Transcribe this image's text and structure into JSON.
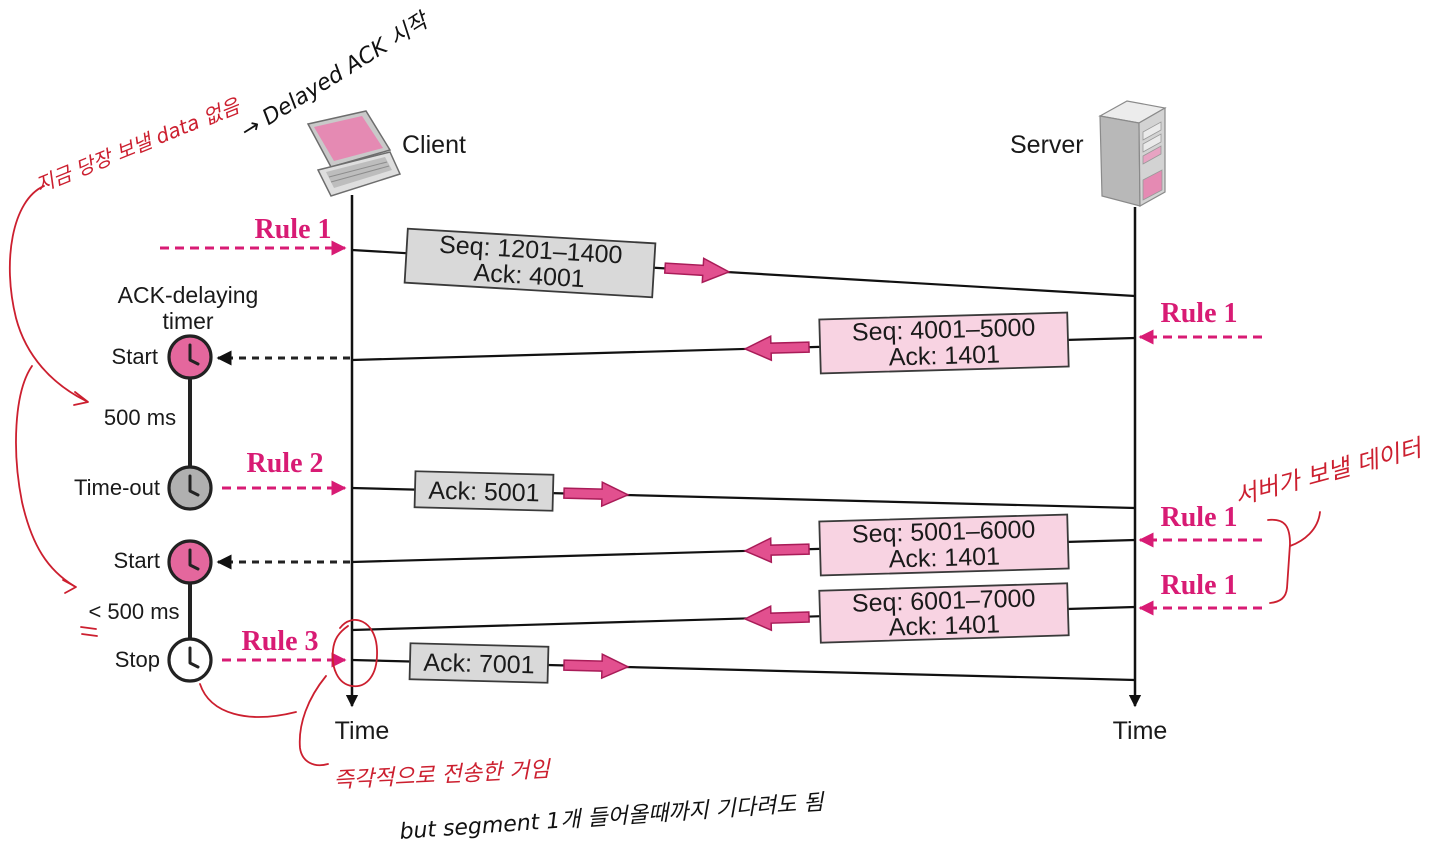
{
  "participants": {
    "client": "Client",
    "server": "Server"
  },
  "time_axis": {
    "client_label": "Time",
    "server_label": "Time"
  },
  "timer": {
    "title_line1": "ACK-delaying",
    "title_line2": "timer",
    "events": [
      "Start",
      "Time-out",
      "Start",
      "Stop"
    ],
    "intervals": [
      "500 ms",
      "< 500 ms"
    ]
  },
  "rules": {
    "client_side": [
      "Rule 1",
      "Rule 2",
      "Rule 3"
    ],
    "server_side": [
      "Rule 1",
      "Rule 1",
      "Rule 1"
    ]
  },
  "segments": [
    {
      "seq": "Seq: 1201–1400",
      "ack": "Ack: 4001"
    },
    {
      "seq": "Seq: 4001–5000",
      "ack": "Ack: 1401"
    },
    {
      "ack": "Ack: 5001"
    },
    {
      "seq": "Seq: 5001–6000",
      "ack": "Ack: 1401"
    },
    {
      "seq": "Seq: 6001–7000",
      "ack": "Ack: 1401"
    },
    {
      "ack": "Ack: 7001"
    }
  ],
  "annotations": {
    "no_data_now": "지금 당장 보낼 data 없음",
    "delayed_ack_start": "→ Delayed ACK 시작",
    "server_data": "서버가 보낼 데이터",
    "sent_immediately": "즉각적으로 전송한 거임",
    "could_wait": "but segment 1개 들어올때까지 기다려도 됨"
  },
  "icons": {
    "client": "laptop-icon",
    "server": "server-tower-icon",
    "timer": "clock-icon"
  },
  "colors": {
    "rule": "#d81b74",
    "client_segment": "#d9d9d9",
    "server_segment": "#f8d3e2",
    "direction_arrow": "#e2508f",
    "annotation_red": "#cc1f2f",
    "clock_start": "#e4679d",
    "clock_timeout": "#b0b0b0",
    "clock_stop": "#ffffff"
  }
}
